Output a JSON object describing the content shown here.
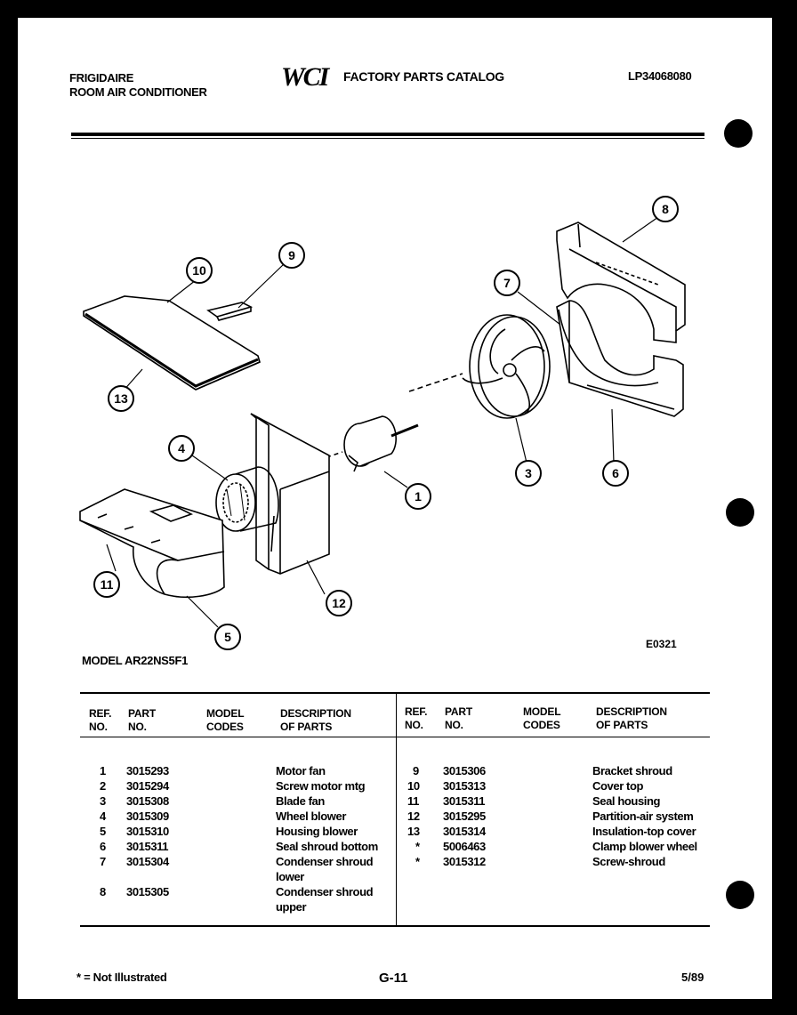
{
  "header": {
    "brand_line1": "FRIGIDAIRE",
    "brand_line2": "ROOM AIR CONDITIONER",
    "logo": "WCI",
    "catalog_title": "FACTORY PARTS CATALOG",
    "catalog_number": "LP34068080"
  },
  "diagram": {
    "callouts": [
      "10",
      "9",
      "13",
      "8",
      "7",
      "4",
      "1",
      "3",
      "6",
      "11",
      "12",
      "5"
    ],
    "model_label": "MODEL AR22NS5F1",
    "figure_ref": "E0321"
  },
  "table": {
    "headers": {
      "ref": [
        "REF.",
        "NO."
      ],
      "part": [
        "PART",
        "NO."
      ],
      "model": [
        "MODEL",
        "CODES"
      ],
      "desc": [
        "DESCRIPTION",
        "OF PARTS"
      ]
    },
    "left_rows": [
      {
        "ref": "1",
        "part": "3015293",
        "code": "",
        "desc": "Motor fan",
        "desc2": ""
      },
      {
        "ref": "2",
        "part": "3015294",
        "code": "",
        "desc": "Screw motor mtg",
        "desc2": ""
      },
      {
        "ref": "3",
        "part": "3015308",
        "code": "",
        "desc": "Blade fan",
        "desc2": ""
      },
      {
        "ref": "4",
        "part": "3015309",
        "code": "",
        "desc": "Wheel blower",
        "desc2": ""
      },
      {
        "ref": "5",
        "part": "3015310",
        "code": "",
        "desc": "Housing blower",
        "desc2": ""
      },
      {
        "ref": "6",
        "part": "3015311",
        "code": "",
        "desc": "Seal shroud bottom",
        "desc2": ""
      },
      {
        "ref": "7",
        "part": "3015304",
        "code": "",
        "desc": "Condenser shroud",
        "desc2": "lower"
      },
      {
        "ref": "8",
        "part": "3015305",
        "code": "",
        "desc": "Condenser shroud",
        "desc2": "upper"
      }
    ],
    "right_rows": [
      {
        "ref": "9",
        "part": "3015306",
        "code": "",
        "desc": "Bracket shroud"
      },
      {
        "ref": "10",
        "part": "3015313",
        "code": "",
        "desc": "Cover top"
      },
      {
        "ref": "11",
        "part": "3015311",
        "code": "",
        "desc": "Seal housing"
      },
      {
        "ref": "12",
        "part": "3015295",
        "code": "",
        "desc": "Partition-air system"
      },
      {
        "ref": "13",
        "part": "3015314",
        "code": "",
        "desc": "Insulation-top cover"
      },
      {
        "ref": "*",
        "part": "5006463",
        "code": "",
        "desc": "Clamp blower wheel"
      },
      {
        "ref": "*",
        "part": "3015312",
        "code": "",
        "desc": "Screw-shroud"
      }
    ]
  },
  "footer": {
    "note": "* = Not Illustrated",
    "page": "G-11",
    "date": "5/89"
  }
}
